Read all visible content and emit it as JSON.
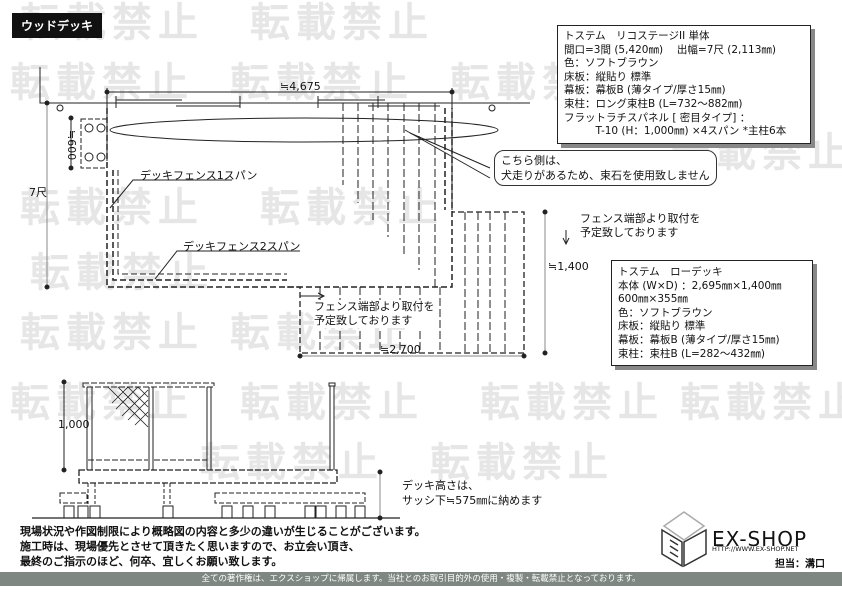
{
  "title": "ウッドデッキ",
  "watermark": "転載禁止",
  "dimensions": {
    "width_top": "≒4,675",
    "depth_side": "≒600",
    "depth_main": "7尺",
    "depth_low": "≒1,400",
    "width_low": "≒2,700",
    "fence_height": "1,000"
  },
  "labels": {
    "fence1": "デッキフェンス1スパン",
    "fence2": "デッキフェンス2スパン",
    "fence_end_1": "フェンス端部より取付を",
    "fence_end_2": "予定致しております",
    "fence_end_b1": "フェンス端部より取付を",
    "fence_end_b2": "予定致しております",
    "deck_height_1": "デッキ高さは、",
    "deck_height_2": "サッシ下≒575㎜に納めます"
  },
  "callout": {
    "line1": "こちら側は、",
    "line2": "犬走りがあるため、束石を使用致しません"
  },
  "spec_main": [
    "トステム　リコステージII 単体",
    "間口=3間 (5,420㎜)　 出幅=7尺 (2,113㎜)",
    "色：ソフトブラウン",
    "床板：縦貼り 標準",
    "幕板：幕板B (薄タイプ/厚さ15㎜)",
    "束柱：ロング束柱B (L=732～882㎜)",
    "フラットラチスパネル [ 密目タイプ] ：",
    "　　　T-10 (H：1,000㎜) ×4スパン *主柱6本"
  ],
  "spec_low": [
    "トステム　ローデッキ",
    "本体 (W×D) ：2,695㎜×1,400㎜",
    "600㎜×355㎜",
    "色：ソフトブラウン",
    "床板：縦貼り 標準",
    "幕板：幕板B (薄タイプ/厚さ15㎜)",
    "束柱：束柱B (L=282～432㎜)"
  ],
  "notes": [
    "現場状況や作図制限により概略図の内容と多少の違いが生じることがございます。",
    "施工時は、現場優先とさせて頂きたく思いますので、お立会い頂き、",
    "最終のご指示のほど、何卒、宜しくお願い致します。"
  ],
  "logo": {
    "name": "EX-SHOP",
    "url": "HTTP://WWW.EX-SHOP.NET"
  },
  "staff": "担当：溝口",
  "footer": "全ての著作権は、エクスショップに帰属します。当社とのお取引目的外の使用・複製・転載禁止となっております。"
}
